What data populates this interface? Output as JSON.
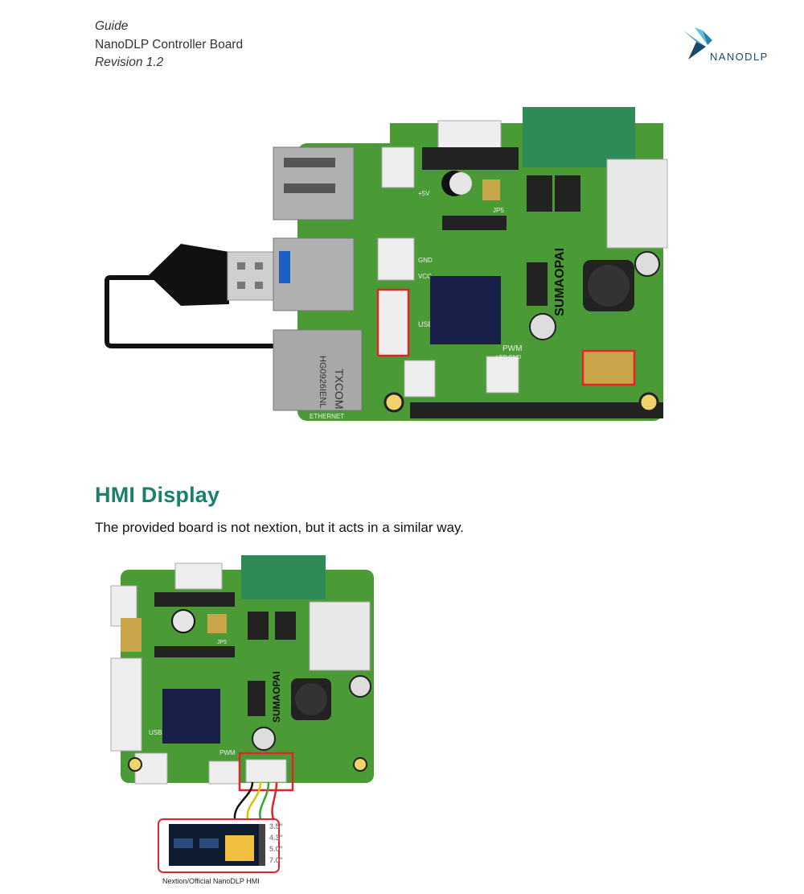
{
  "header": {
    "line1": "Guide",
    "line2": "NanoDLP Controller Board",
    "line3": "Revision 1.2"
  },
  "logo": {
    "text": "NANODLP",
    "icon": "bird-icon"
  },
  "figure1": {
    "icon": "controller-board-usb-image",
    "labels": {
      "usb_jack_label": "USB",
      "ethernet_label": "ETHERNET",
      "ethernet_brand": "TXCOM",
      "ethernet_model": "HG0926IENL",
      "pwm_label": "PWM",
      "pwm_sub": "LED GND",
      "brand": "SUMAOPAI",
      "jp5": "JP5",
      "gnd": "GND",
      "v5": "+5V",
      "vcc": "VCC"
    }
  },
  "section": {
    "title": "HMI Display",
    "text": "The provided board is not nextion, but it acts in a similar way."
  },
  "figure2": {
    "icon": "controller-board-hmi-image",
    "labels": {
      "usb_label": "USB",
      "pwm_label": "PWM",
      "brand": "SUMAOPAI",
      "jp5": "JP5"
    },
    "display_sizes": [
      "3.5\"",
      "4.3\"",
      "5.0\"",
      "7.0\""
    ],
    "caption": "Nextion/Official NanoDLP HMI"
  },
  "colors": {
    "heading": "#1a7f6e",
    "board": "#4a9a35",
    "highlight": "#e0262b"
  }
}
